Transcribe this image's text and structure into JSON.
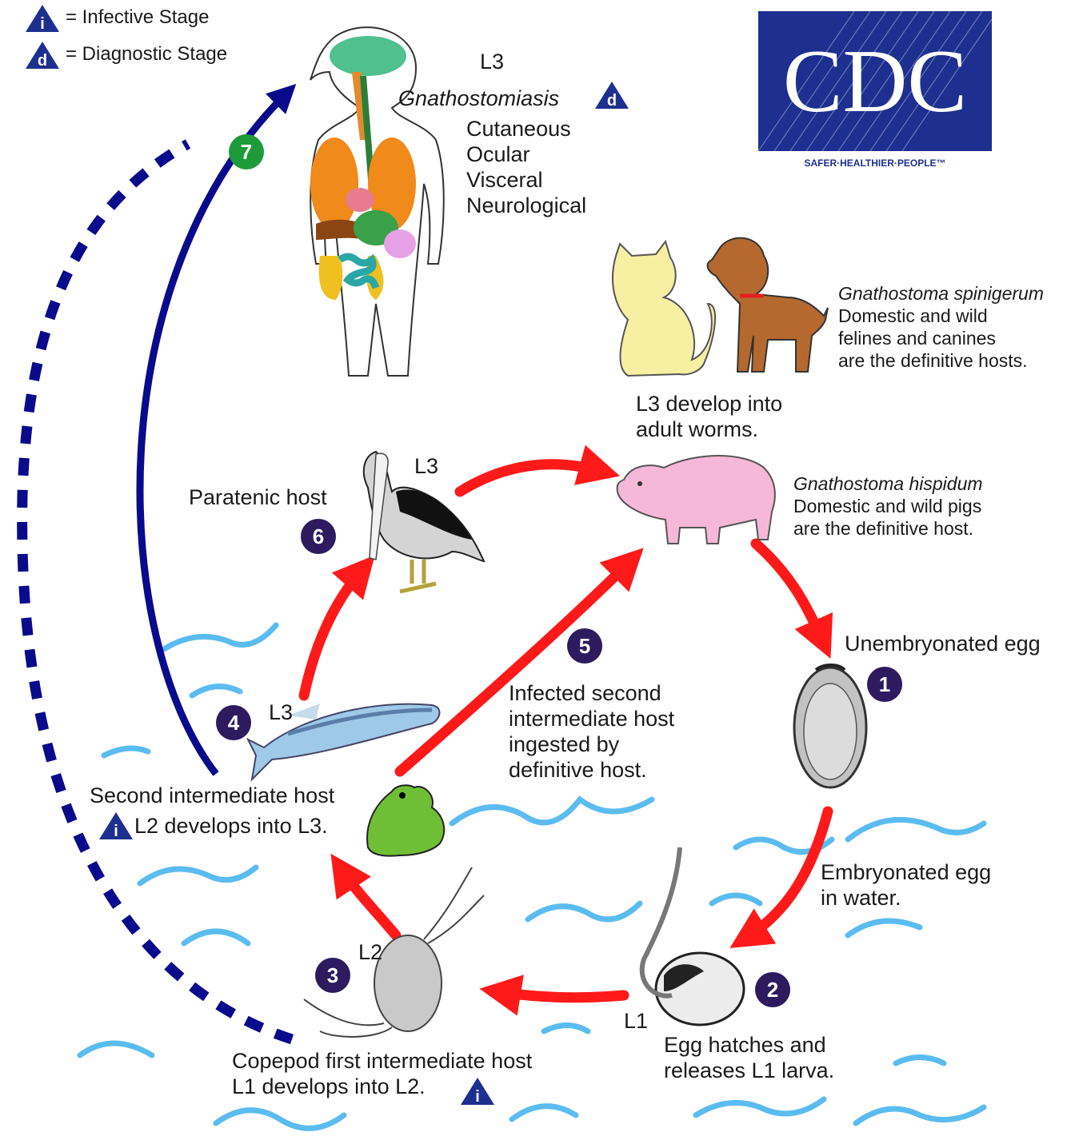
{
  "legend": {
    "infective_letter": "i",
    "infective_label": "= Infective Stage",
    "diagnostic_letter": "d",
    "diagnostic_label": "= Diagnostic Stage"
  },
  "logo": {
    "text": "CDC",
    "tagline": "SAFER·HEALTHIER·PEOPLE™"
  },
  "human": {
    "stage": "L3",
    "disease": "Gnathostomiasis",
    "diagnostic_letter": "d",
    "forms": [
      "Cutaneous",
      "Ocular",
      "Visceral",
      "Neurological"
    ],
    "step": "7"
  },
  "definitive_host_canine": {
    "species": "Gnathostoma spinigerum",
    "lines": [
      "Domestic and wild",
      "felines and canines",
      "are the definitive hosts."
    ],
    "develop_lines": [
      "L3 develop into",
      "adult worms."
    ]
  },
  "definitive_host_pig": {
    "species": "Gnathostoma hispidum",
    "lines": [
      "Domestic and wild pigs",
      "are the definitive host."
    ]
  },
  "paratenic": {
    "label": "Paratenic host",
    "stage": "L3",
    "step": "6"
  },
  "step5": {
    "step": "5",
    "lines": [
      "Infected second",
      "intermediate host",
      "ingested by",
      "definitive host."
    ]
  },
  "egg": {
    "label": "Unembryonated egg",
    "step": "1",
    "water_lines": [
      "Embryonated egg",
      "in water."
    ]
  },
  "second_host": {
    "step": "4",
    "stage": "L3",
    "label": "Second intermediate host",
    "infective_letter": "i",
    "develop": "L2 develops into L3."
  },
  "hatch": {
    "step": "2",
    "stage": "L1",
    "lines": [
      "Egg hatches and",
      "releases L1 larva."
    ]
  },
  "copepod": {
    "step": "3",
    "stage": "L2",
    "lines": [
      "Copepod first intermediate host",
      "L1 develops into L2."
    ],
    "infective_letter": "i"
  },
  "colors": {
    "cycle_arrow": "#ff1a1a",
    "human_arrow": "#0a0a8c",
    "step_circle": "#2e1a5e",
    "human_step_circle": "#1f9a3a",
    "water": "#5bbcf0",
    "cdc_blue": "#1d2f8f"
  }
}
